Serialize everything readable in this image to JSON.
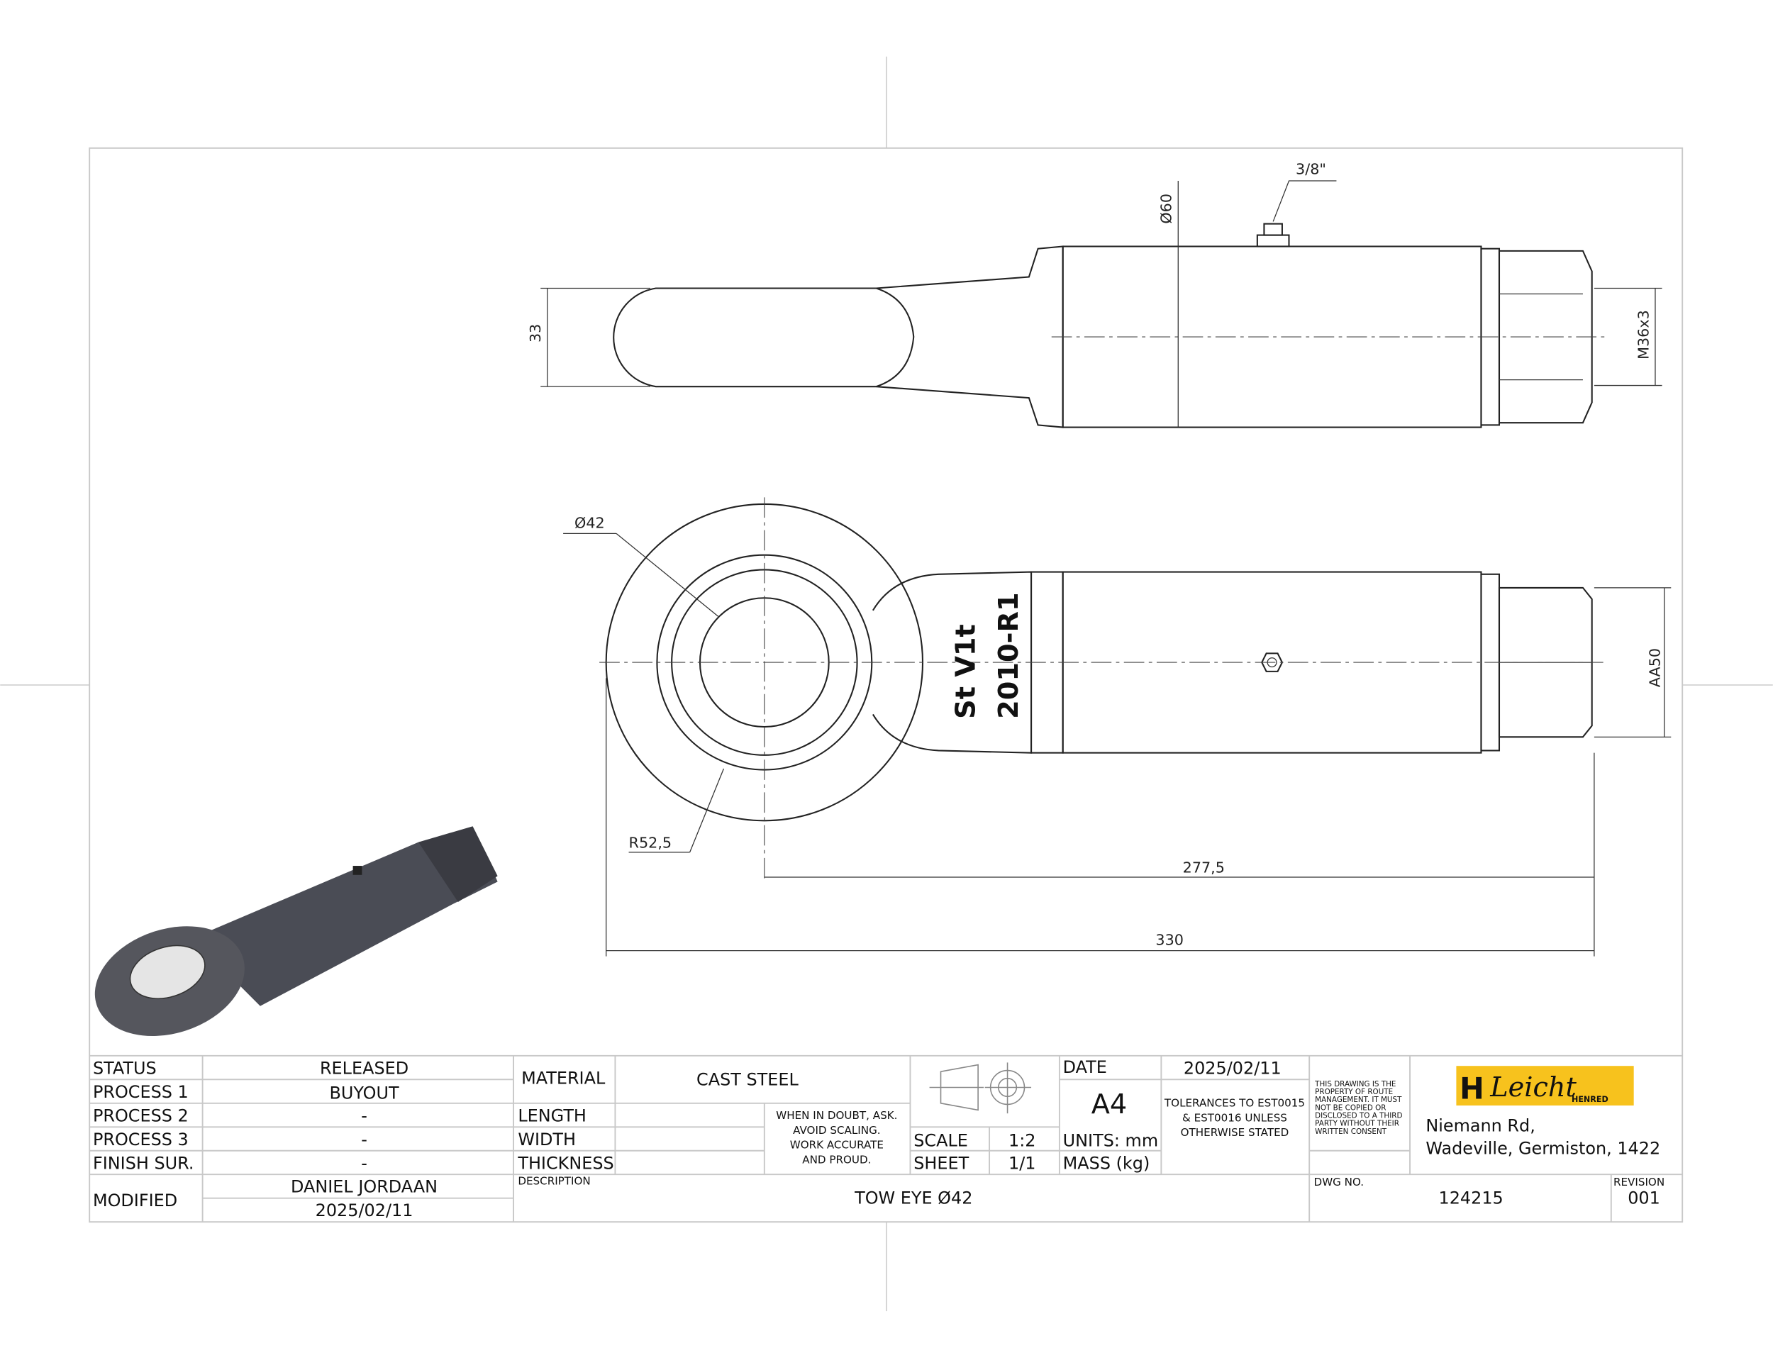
{
  "dimensions": {
    "fitting": "3/8\"",
    "body_diameter": "Ø60",
    "eye_thickness": "33",
    "thread": "M36x3",
    "eye_diameter": "Ø42",
    "eye_radius": "R52,5",
    "hex_size": "AA50",
    "length_center": "277,5",
    "length_overall": "330"
  },
  "engraving": {
    "line1": "St V1t",
    "line2": "2010-R1"
  },
  "title_block": {
    "status_label": "STATUS",
    "status_value": "RELEASED",
    "process1_label": "PROCESS 1",
    "process1_value": "BUYOUT",
    "process2_label": "PROCESS 2",
    "process2_value": "-",
    "process3_label": "PROCESS 3",
    "process3_value": "-",
    "finish_label": "FINISH SUR.",
    "finish_value": "-",
    "modified_label": "MODIFIED",
    "modified_by": "DANIEL JORDAAN",
    "modified_date": "2025/02/11",
    "material_label": "MATERIAL",
    "material_value": "CAST STEEL",
    "length_label": "LENGTH",
    "width_label": "WIDTH",
    "thickness_label": "THICKNESS",
    "note_lines": [
      "WHEN IN DOUBT, ASK.",
      "AVOID SCALING.",
      "WORK ACCURATE",
      "AND PROUD."
    ],
    "description_label": "DESCRIPTION",
    "description_value": "TOW EYE Ø42",
    "scale_label": "SCALE",
    "scale_value": "1:2",
    "sheet_label": "SHEET",
    "sheet_value": "1/1",
    "date_label": "DATE",
    "date_value": "2025/02/11",
    "size": "A4",
    "units": "UNITS: mm",
    "mass_label": "MASS (kg)",
    "tolerance_lines": [
      "TOLERANCES TO EST0015",
      "& EST0016 UNLESS",
      "OTHERWISE STATED"
    ],
    "property_lines": [
      "THIS DRAWING IS THE",
      "PROPERTY OF ROUTE",
      "MANAGEMENT. IT MUST",
      "NOT BE COPIED OR",
      "DISCLOSED TO A THIRD",
      "PARTY WITHOUT THEIR",
      "WRITTEN CONSENT"
    ],
    "logo_text": "Leicht",
    "logo_sub": "HENRED",
    "address_line1": "Niemann Rd,",
    "address_line2": "Wadeville, Germiston, 1422",
    "dwg_no_label": "DWG NO.",
    "dwg_no_value": "124215",
    "revision_label": "REVISION",
    "revision_value": "001"
  },
  "colors": {
    "logo_bg": "#F7C21D",
    "part_fill": "#4a4c55"
  }
}
